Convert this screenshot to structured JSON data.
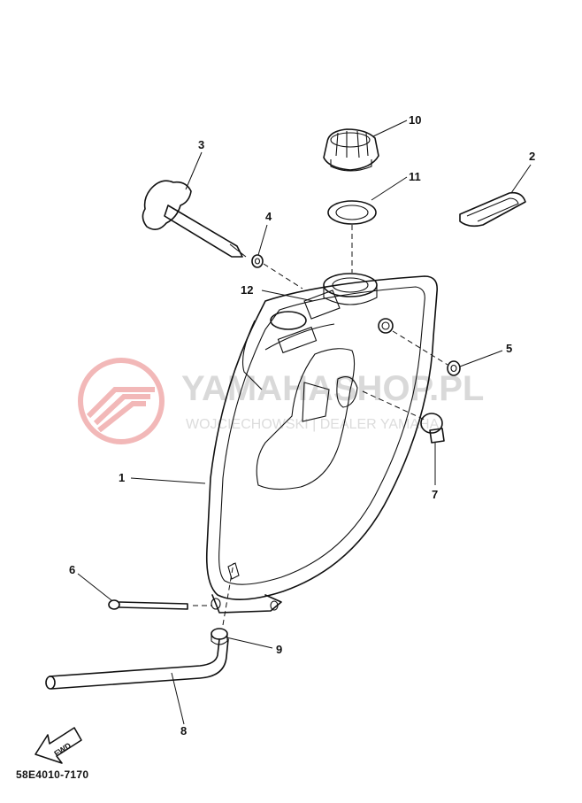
{
  "diagram": {
    "part_code": "58E4010-7170",
    "fwd_label": "FWD",
    "watermark": {
      "title": "YAMAHASHOP.PL",
      "subtitle": "WOJCIECHOWSKI | DEALER YAMAHA"
    },
    "callouts": [
      {
        "id": "1",
        "label": "1"
      },
      {
        "id": "2",
        "label": "2"
      },
      {
        "id": "3",
        "label": "3"
      },
      {
        "id": "4",
        "label": "4"
      },
      {
        "id": "5",
        "label": "5"
      },
      {
        "id": "6",
        "label": "6"
      },
      {
        "id": "7",
        "label": "7"
      },
      {
        "id": "8",
        "label": "8"
      },
      {
        "id": "9",
        "label": "9"
      },
      {
        "id": "10",
        "label": "10"
      },
      {
        "id": "11",
        "label": "11"
      },
      {
        "id": "12",
        "label": "12"
      }
    ]
  }
}
